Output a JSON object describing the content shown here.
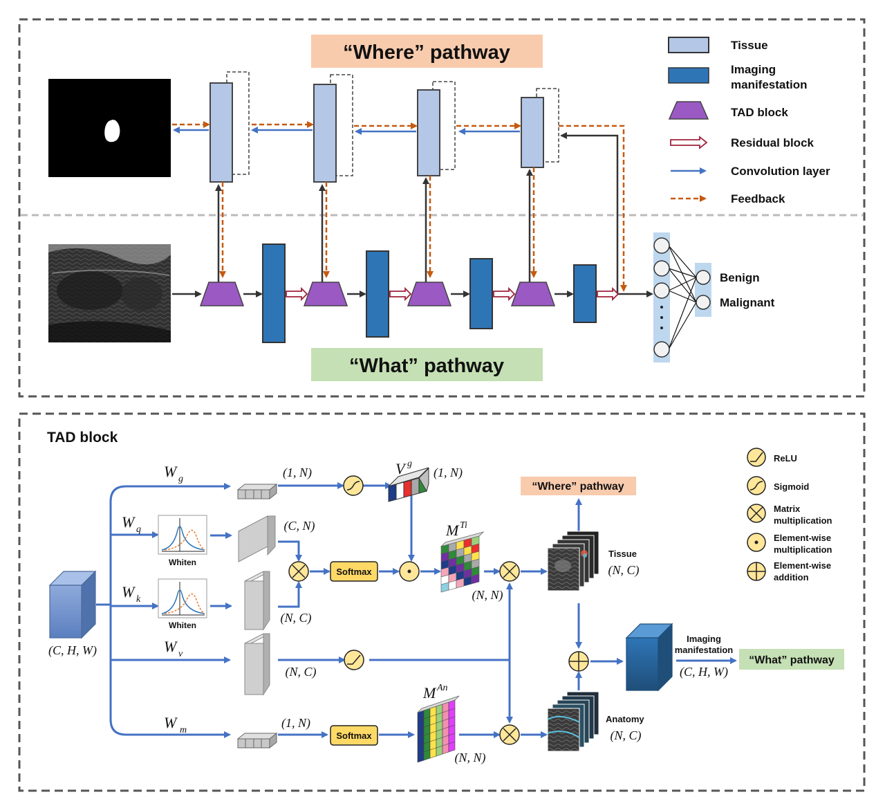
{
  "top": {
    "where_title": "“Where” pathway",
    "what_title": "“What” pathway",
    "outputs": [
      "Benign",
      "Malignant"
    ]
  },
  "legend": {
    "tissue": "Tissue",
    "imaging_line1": "Imaging",
    "imaging_line2": "manifestation",
    "tad": "TAD block",
    "residual": "Residual block",
    "conv": "Convolution layer",
    "feedback": "Feedback"
  },
  "bottom": {
    "title": "TAD block",
    "input_dims": "(C, H, W)",
    "branches": {
      "g": {
        "w": "W",
        "sub": "g",
        "dims": "(1, N)"
      },
      "q": {
        "w": "W",
        "sub": "q",
        "dims": "(C, N)"
      },
      "k": {
        "w": "W",
        "sub": "k",
        "dims": "(N, C)"
      },
      "v": {
        "w": "W",
        "sub": "v",
        "dims": "(N, C)"
      },
      "m": {
        "w": "W",
        "sub": "m",
        "dims": "(1, N)"
      }
    },
    "whiten": "Whiten",
    "softmax": "Softmax",
    "vg": {
      "base": "V",
      "sup": "g",
      "dims": "(1, N)"
    },
    "mti": {
      "base": "M",
      "sup": "Ti",
      "dims": "(N, N)"
    },
    "man": {
      "base": "M",
      "sup": "An",
      "dims": "(N, N)"
    },
    "tissue_label": "Tissue",
    "tissue_dims": "(N, C)",
    "anatomy_label": "Anatomy",
    "anatomy_dims": "(N, C)",
    "where_box": "“Where” pathway",
    "what_box": "“What” pathway",
    "imaging_line1": "Imaging",
    "imaging_line2": "manifestation",
    "out_dims": "(C, H, W)"
  },
  "op_legend": {
    "relu": "ReLU",
    "sigmoid": "Sigmoid",
    "matmul_line1": "Matrix",
    "matmul_line2": "multiplication",
    "elem_line1": "Element-wise",
    "elem_line2": "multiplication",
    "add_line1": "Element-wise",
    "add_line2": "addition"
  },
  "colors": {
    "tissue": "#b4c7e7",
    "imaging": "#2e75b6",
    "tad": "#9b59c4",
    "residual": "#a0203a",
    "conv": "#4472c4",
    "feedback": "#c55a11",
    "where_bg": "#f8cbad",
    "what_bg": "#c5e0b4",
    "op_fill": "#ffe699",
    "softmax_fill": "#ffd966"
  }
}
